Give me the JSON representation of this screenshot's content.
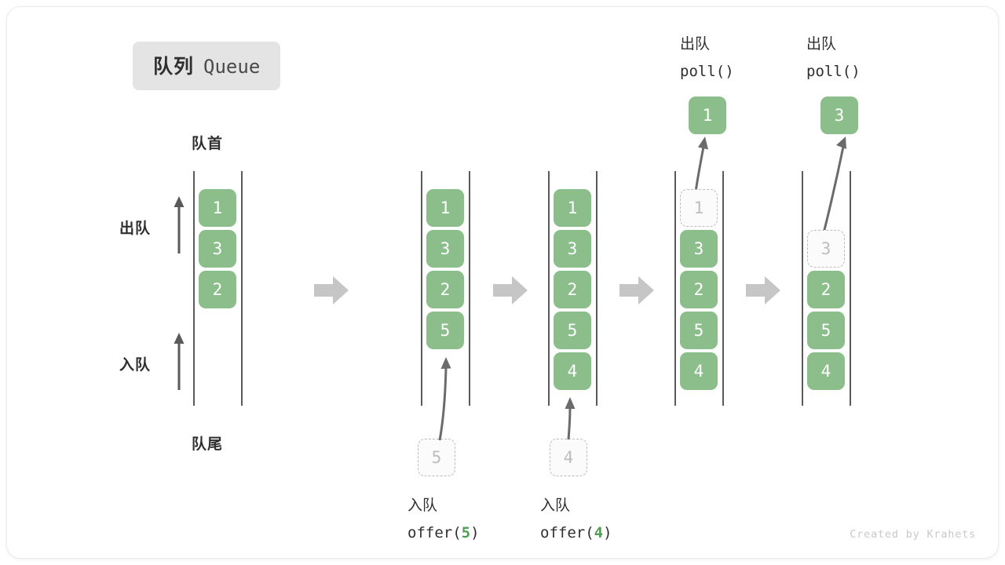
{
  "title": {
    "cn": "队列",
    "en": "Queue"
  },
  "labels": {
    "front": "队首",
    "rear": "队尾",
    "dequeue": "出队",
    "enqueue": "入队"
  },
  "credit": "Created by Krahets",
  "colors": {
    "item_fill": "#8cbe8c",
    "item_text": "#ffffff",
    "ghost_border": "#bdbdbd",
    "ghost_text": "#bdbdbd",
    "rail": "#5a5a5a",
    "flow_arrow": "#c6c6c6",
    "accent_green": "#4f9e54",
    "badge_bg": "#e4e4e4"
  },
  "stages": [
    {
      "name": "initial",
      "items": [
        {
          "value": "1",
          "state": "solid",
          "slot": 0
        },
        {
          "value": "3",
          "state": "solid",
          "slot": 1
        },
        {
          "value": "2",
          "state": "solid",
          "slot": 2
        }
      ],
      "caption_cn": "",
      "caption_code": "",
      "caption_arg": "",
      "incoming_value": "",
      "outgoing_value": ""
    },
    {
      "name": "after-offer-5",
      "items": [
        {
          "value": "1",
          "state": "solid",
          "slot": 0
        },
        {
          "value": "3",
          "state": "solid",
          "slot": 1
        },
        {
          "value": "2",
          "state": "solid",
          "slot": 2
        },
        {
          "value": "5",
          "state": "solid",
          "slot": 3
        }
      ],
      "caption_cn": "入队",
      "caption_code_pre": "offer(",
      "caption_arg": "5",
      "caption_code_post": ")",
      "incoming_value": "5",
      "outgoing_value": ""
    },
    {
      "name": "after-offer-4",
      "items": [
        {
          "value": "1",
          "state": "solid",
          "slot": 0
        },
        {
          "value": "3",
          "state": "solid",
          "slot": 1
        },
        {
          "value": "2",
          "state": "solid",
          "slot": 2
        },
        {
          "value": "5",
          "state": "solid",
          "slot": 3
        },
        {
          "value": "4",
          "state": "solid",
          "slot": 4
        }
      ],
      "caption_cn": "入队",
      "caption_code_pre": "offer(",
      "caption_arg": "4",
      "caption_code_post": ")",
      "incoming_value": "4",
      "outgoing_value": ""
    },
    {
      "name": "after-poll-1",
      "items": [
        {
          "value": "1",
          "state": "ghost",
          "slot": 0
        },
        {
          "value": "3",
          "state": "solid",
          "slot": 1
        },
        {
          "value": "2",
          "state": "solid",
          "slot": 2
        },
        {
          "value": "5",
          "state": "solid",
          "slot": 3
        },
        {
          "value": "4",
          "state": "solid",
          "slot": 4
        }
      ],
      "caption_cn": "出队",
      "caption_code_pre": "poll(",
      "caption_arg": "",
      "caption_code_post": ")",
      "incoming_value": "",
      "outgoing_value": "1"
    },
    {
      "name": "after-poll-3",
      "items": [
        {
          "value": "3",
          "state": "ghost",
          "slot": 1
        },
        {
          "value": "2",
          "state": "solid",
          "slot": 2
        },
        {
          "value": "5",
          "state": "solid",
          "slot": 3
        },
        {
          "value": "4",
          "state": "solid",
          "slot": 4
        }
      ],
      "caption_cn": "出队",
      "caption_code_pre": "poll(",
      "caption_arg": "",
      "caption_code_post": ")",
      "incoming_value": "",
      "outgoing_value": "3"
    }
  ]
}
